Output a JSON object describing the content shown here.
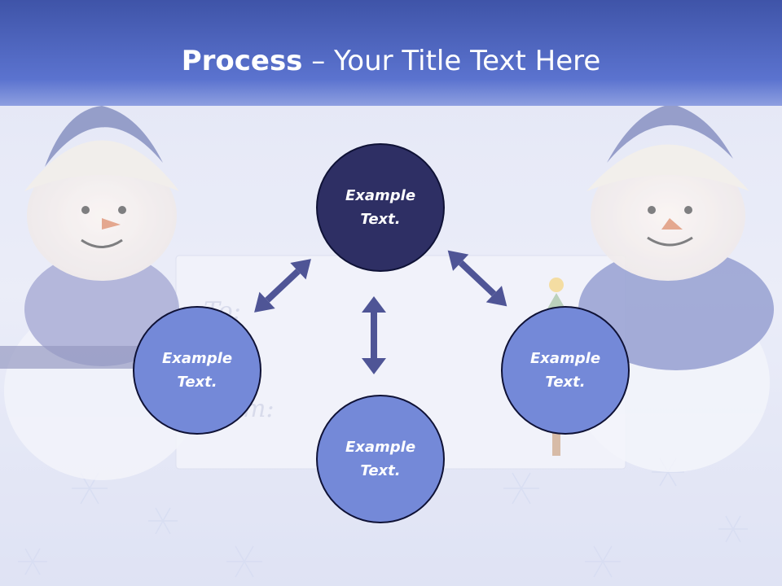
{
  "title": {
    "bold": "Process",
    "rest": " – Your Title Text Here"
  },
  "nodes": {
    "top": {
      "line1": "Example",
      "line2": "Text."
    },
    "left": {
      "line1": "Example",
      "line2": "Text."
    },
    "right": {
      "line1": "Example",
      "line2": "Text."
    },
    "bottom": {
      "line1": "Example",
      "line2": "Text."
    }
  },
  "colors": {
    "header_band": "#5a6fc8",
    "top_node": "#2e2f64",
    "other_nodes": "#7489d8",
    "arrows": "#4f5596"
  }
}
